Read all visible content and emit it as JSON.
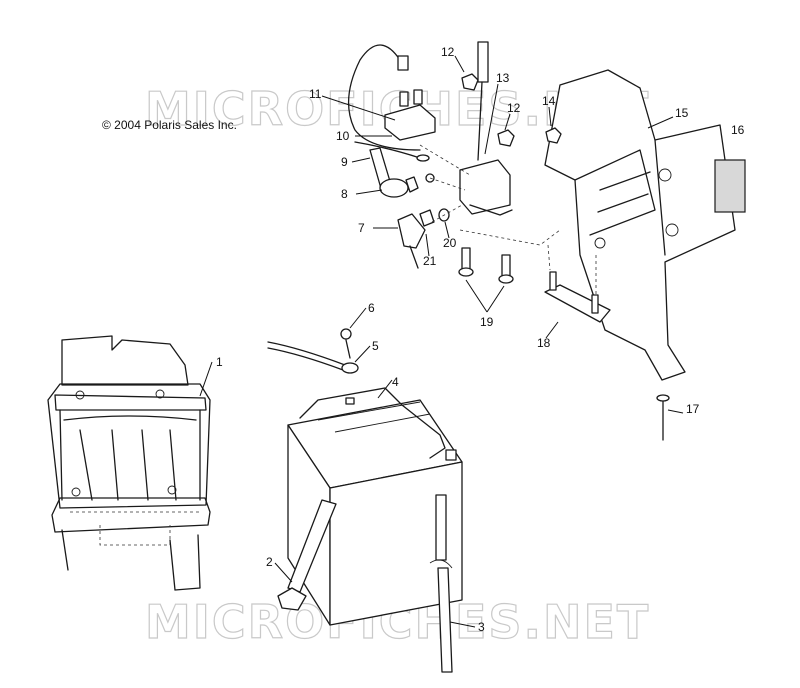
{
  "copyright": "© 2004 Polaris Sales Inc.",
  "watermark": "MICROFICHES.NET",
  "callouts": [
    "1",
    "2",
    "3",
    "4",
    "5",
    "6",
    "7",
    "8",
    "9",
    "10",
    "11",
    "12",
    "12",
    "13",
    "14",
    "15",
    "16",
    "17",
    "18",
    "19",
    "20",
    "21"
  ]
}
